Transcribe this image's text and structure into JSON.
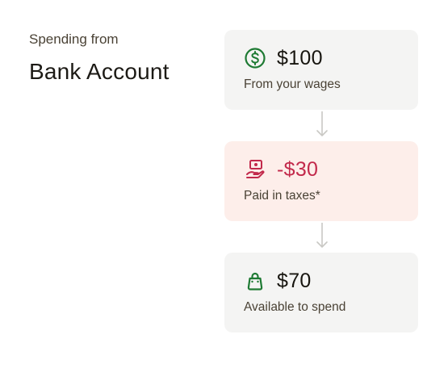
{
  "header": {
    "subtitle": "Spending from",
    "title": "Bank Account"
  },
  "cards": [
    {
      "amount": "$100",
      "caption": "From your wages",
      "icon": "dollar-circle-icon",
      "amount_color": "#17150f",
      "icon_color": "#1e7a33",
      "background": "#f4f4f3"
    },
    {
      "amount": "-$30",
      "caption": "Paid in taxes*",
      "icon": "hand-money-icon",
      "amount_color": "#c2294b",
      "icon_color": "#c2294b",
      "background": "#fdeeea"
    },
    {
      "amount": "$70",
      "caption": "Available to spend",
      "icon": "shopping-bag-icon",
      "amount_color": "#17150f",
      "icon_color": "#1e7a33",
      "background": "#f4f4f3"
    }
  ],
  "connector_icon": "arrow-down-icon"
}
